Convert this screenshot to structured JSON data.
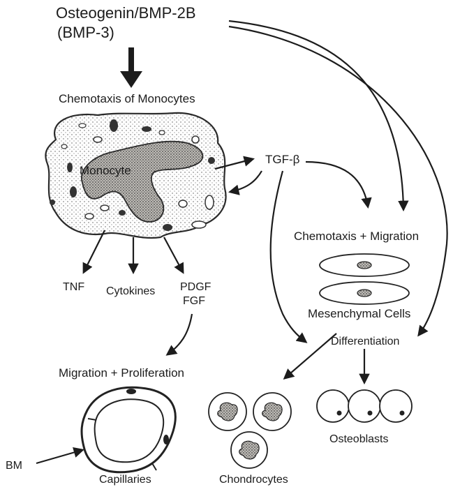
{
  "labels": {
    "title_line1": "Osteogenin/BMP-2B",
    "title_line2": "(BMP-3)",
    "chemotaxis_monocytes": "Chemotaxis of Monocytes",
    "monocyte": "Monocyte",
    "tgf_beta": "TGF-β",
    "chemotaxis_migration": "Chemotaxis + Migration",
    "tnf": "TNF",
    "cytokines": "Cytokines",
    "pdgf": "PDGF",
    "fgf": "FGF",
    "mesenchymal_cells": "Mesenchymal Cells",
    "differentiation": "Differentiation",
    "migration_proliferation": "Migration + Proliferation",
    "bm": "BM",
    "capillaries": "Capillaries",
    "chondrocytes": "Chondrocytes",
    "osteoblasts": "Osteoblasts"
  },
  "colors": {
    "ink": "#1c1c1c",
    "background": "#ffffff",
    "cell_fill": "#e6e2dc"
  }
}
